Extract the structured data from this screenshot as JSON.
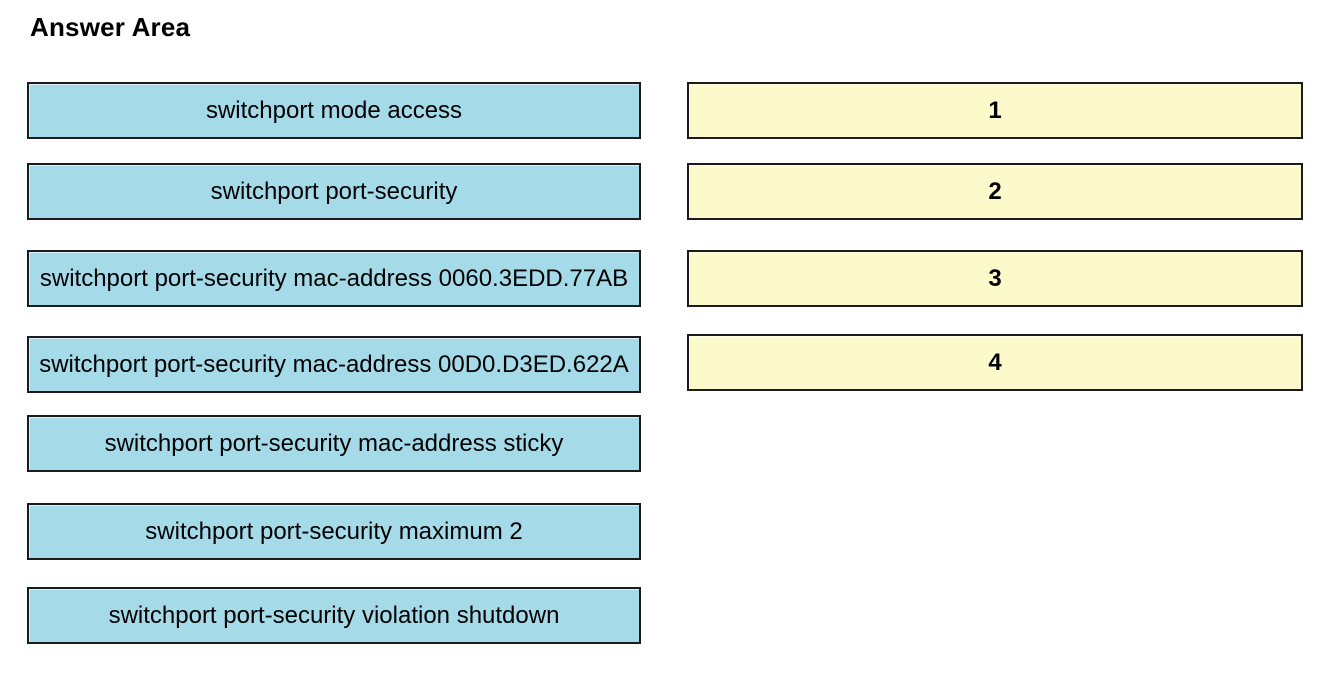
{
  "page": {
    "heading": "Answer Area"
  },
  "colors": {
    "background": "#ffffff",
    "command_fill": "#a5dae9",
    "target_fill": "#fcfacb",
    "box_border": "#1b1b1b",
    "text": "#000000"
  },
  "commands": [
    {
      "label": "switchport mode access"
    },
    {
      "label": "switchport port-security"
    },
    {
      "label": "switchport port-security mac-address 0060.3EDD.77AB"
    },
    {
      "label": "switchport port-security mac-address 00D0.D3ED.622A"
    },
    {
      "label": "switchport port-security mac-address sticky"
    },
    {
      "label": "switchport port-security maximum 2"
    },
    {
      "label": "switchport port-security violation shutdown"
    }
  ],
  "targets": [
    {
      "label": "1"
    },
    {
      "label": "2"
    },
    {
      "label": "3"
    },
    {
      "label": "4"
    }
  ]
}
